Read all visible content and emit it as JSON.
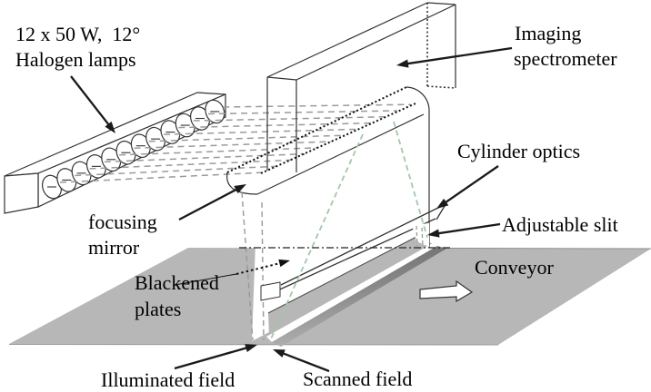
{
  "figure": {
    "type": "optical-sorting-system-diagram",
    "labels": {
      "halogen_line1": "12 x 50 W,  12°",
      "halogen_line2": "Halogen lamps",
      "imaging_line1": "Imaging",
      "imaging_line2": "spectrometer",
      "cylinder_optics": "Cylinder optics",
      "adjustable_slit": "Adjustable slit",
      "conveyor": "Conveyor",
      "focusing_line1": "focusing",
      "focusing_line2": "mirror",
      "blackened_line1": "Blackened",
      "blackened_line2": "plates",
      "illuminated_field": "Illuminated field",
      "scanned_field": "Scanned field"
    },
    "lamp_count": 12,
    "colors": {
      "belt": "#b7b7b7",
      "stripe_dark": "#6f6f6f",
      "ray": "#9a9a9a",
      "beam_green": "#a4c7a9",
      "ink": "#1a1a1a"
    }
  }
}
